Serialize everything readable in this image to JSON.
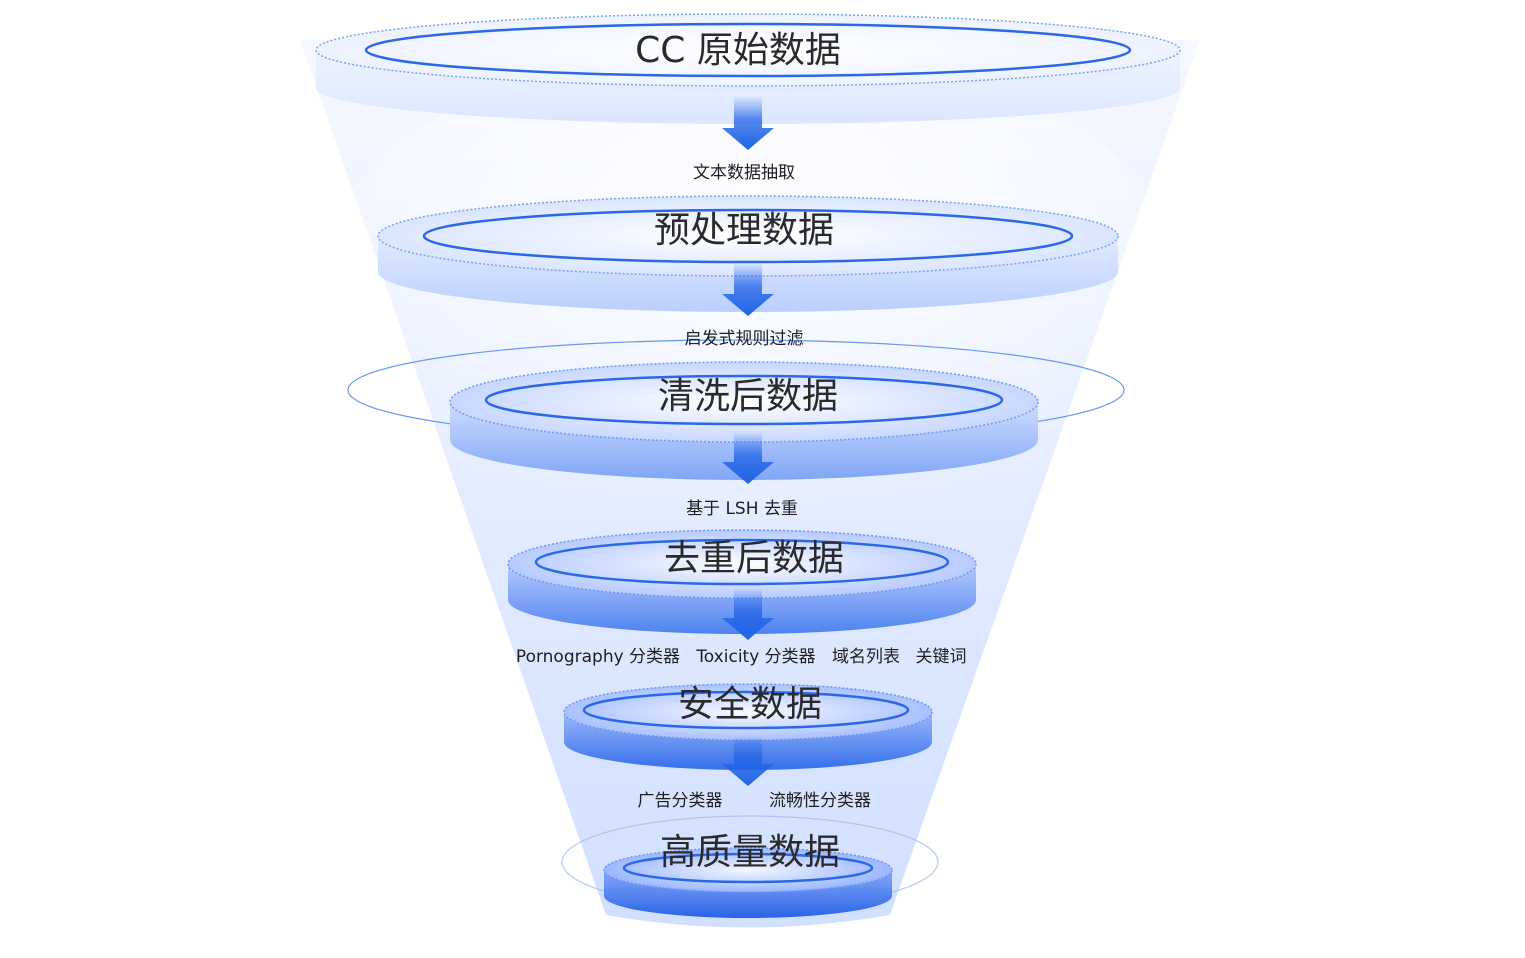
{
  "funnel": {
    "stages": [
      {
        "label": "CC 原始数据"
      },
      {
        "label": "预处理数据"
      },
      {
        "label": "清洗后数据"
      },
      {
        "label": "去重后数据"
      },
      {
        "label": "安全数据"
      },
      {
        "label": "高质量数据"
      }
    ],
    "steps": [
      {
        "labels": [
          "文本数据抽取"
        ]
      },
      {
        "labels": [
          "启发式规则过滤"
        ]
      },
      {
        "labels": [
          "基于 LSH 去重"
        ]
      },
      {
        "labels": [
          "Pornography 分类器",
          "Toxicity 分类器",
          "域名列表",
          "关键词"
        ]
      },
      {
        "labels": [
          "广告分类器",
          "流畅性分类器"
        ]
      }
    ]
  },
  "colors": {
    "accent": "#1f63e6",
    "disc_dark": "#2f6ff0",
    "disc_light": "#dfe9ff",
    "cone": "#eef3ff"
  }
}
